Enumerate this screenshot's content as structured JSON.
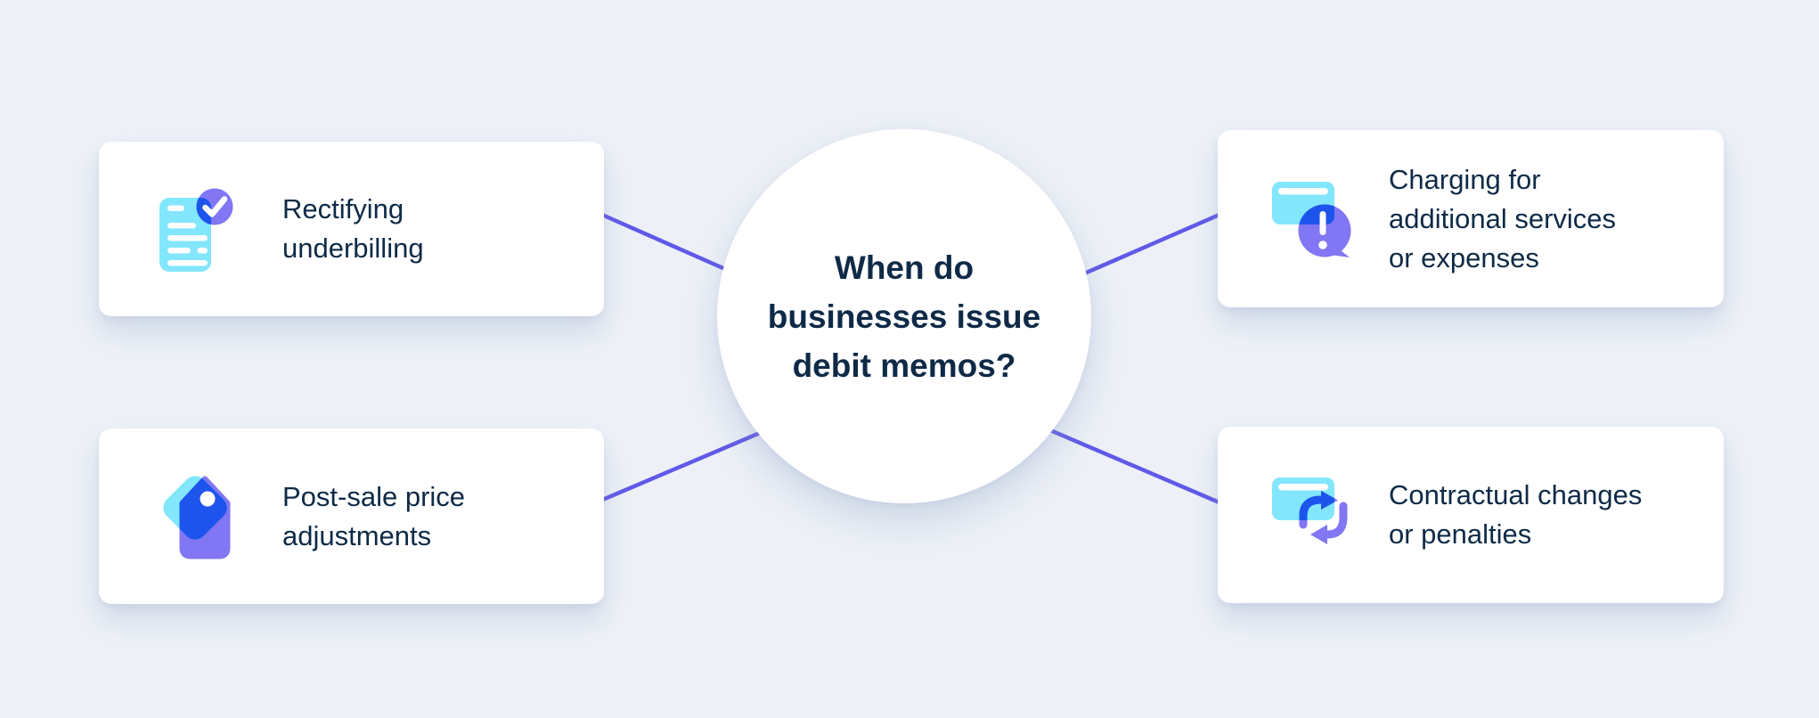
{
  "diagram": {
    "center": {
      "title": "When do businesses issue debit memos?",
      "lines": [
        "When do",
        "businesses issue",
        "debit memos?"
      ]
    },
    "cards": [
      {
        "id": "rectifying-underbilling",
        "icon": "document-check-icon",
        "label": "Rectifying underbilling",
        "lines": [
          "Rectifying",
          "underbilling"
        ]
      },
      {
        "id": "post-sale-price-adjustments",
        "icon": "price-tags-icon",
        "label": "Post-sale price adjustments",
        "lines": [
          "Post-sale price",
          "adjustments"
        ]
      },
      {
        "id": "charging-additional-services",
        "icon": "card-alert-bubble-icon",
        "label": "Charging for additional services or expenses",
        "lines": [
          "Charging for",
          "additional services",
          "or expenses"
        ]
      },
      {
        "id": "contractual-changes-penalties",
        "icon": "card-refresh-icon",
        "label": "Contractual changes or penalties",
        "lines": [
          "Contractual changes",
          "or penalties"
        ]
      }
    ],
    "colors": {
      "background": "#edf1f7",
      "card_background": "#ffffff",
      "text": "#0e2a47",
      "connector_line": "#6059e8",
      "icon_cyan": "#82e6fc",
      "icon_purple": "#8176f4",
      "icon_overlap_blue": "#1d55ec",
      "icon_detail_white": "#ffffff"
    }
  }
}
